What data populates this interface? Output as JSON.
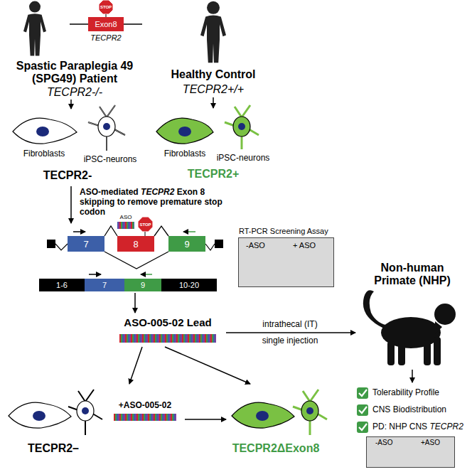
{
  "diagram": {
    "nodes": [
      {
        "text": [
          "Exon8"
        ]
      },
      {
        "text": [
          "STOP"
        ]
      },
      {
        "text": [
          "7"
        ]
      },
      {
        "text": [
          "8"
        ]
      },
      {
        "text": [
          "STOP"
        ]
      },
      {
        "text": [
          "9"
        ]
      },
      {
        "text": [
          "RT-PCR Screening Assay",
          "-ASO",
          "+ ASO"
        ]
      },
      {
        "text": [
          "1-6"
        ]
      },
      {
        "text": [
          "7"
        ]
      },
      {
        "text": [
          "9"
        ]
      },
      {
        "text": [
          "10-20"
        ]
      },
      {
        "text": [
          "-ASO",
          "+ASO"
        ]
      }
    ],
    "edges": [
      {
        "from": 2,
        "to": 3,
        "arrow": "none"
      },
      {
        "from": 3,
        "to": 5,
        "arrow": "none"
      },
      {
        "from": 2,
        "to": 5,
        "arrow": "none"
      }
    ],
    "labels": [
      "Spastic Paraplegia 49 (SPG49) Patient",
      "TECPR2",
      "TECPR2-/-",
      "Healthy Control",
      "TECPR2+/+",
      "Fibroblasts",
      "iPSC-neurons",
      "TECPR2-",
      "Fibroblasts",
      "iPSC-neurons",
      "TECPR2+",
      "ASO-mediated",
      "TECPR2",
      "Exon 8 skipping to remove premature stop codon",
      "ASO",
      "ASO-005-02 Lead",
      "intrathecal (IT)",
      "single injection",
      "Non-human Primate (NHP)",
      "Tolerability Profile",
      "CNS Biodistribution",
      "PD: NHP CNS",
      "TECPR2",
      "+ASO-005-02",
      "TECPR2–",
      "TECPR2ΔExon8"
    ]
  }
}
